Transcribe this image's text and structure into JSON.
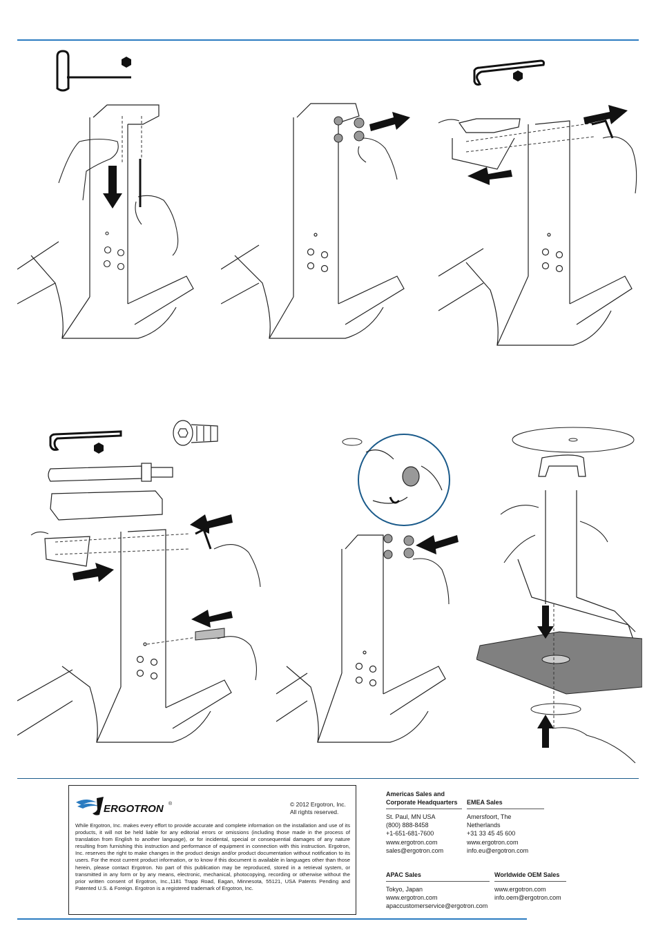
{
  "brand": {
    "logo_text": "ERGOTRON",
    "registered": "®",
    "accent_color": "#2a7bc0"
  },
  "copyright": {
    "line1": "© 2012 Ergotron, Inc.",
    "line2": "All rights reserved."
  },
  "disclaimer": "While Ergotron, Inc. makes every effort to provide accurate and complete information on the installation and use of its products, it will not be held liable for any editorial errors or omissions (including those made in the process of translation from English to another language), or for incidental, special or consequential damages of any nature resulting from furnishing this instruction and performance of equipment in connection with this instruction. Ergotron, Inc. reserves the right to make changes in the product design and/or product documentation without notification to its users. For the most current product information, or to know if this document is available in languages other than those herein, please contact Ergotron. No part of this publication may be reproduced, stored in a retrieval system, or transmitted in any form or by any means, electronic, mechanical, photocopying, recording or otherwise without the prior written consent of Ergotron, Inc.,1181 Trapp Road, Eagan, Minnesota, 55121, USA Patents Pending and Patented U.S. & Foreign. Ergotron is a registered trademark of Ergotron, Inc.",
  "contacts": {
    "americas": {
      "heading_line1": "Americas Sales and",
      "heading_line2": "Corporate Headquarters",
      "lines": [
        "St. Paul, MN USA",
        "(800) 888-8458",
        "+1-651-681-7600",
        "www.ergotron.com",
        "sales@ergotron.com"
      ]
    },
    "emea": {
      "heading": "EMEA Sales",
      "lines": [
        "Amersfoort, The Netherlands",
        "+31 33 45 45 600",
        "www.ergotron.com",
        "info.eu@ergotron.com"
      ]
    },
    "apac": {
      "heading": "APAC Sales",
      "lines": [
        "Tokyo, Japan",
        "www.ergotron.com",
        "apaccustomerservice@ergotron.com"
      ]
    },
    "oem": {
      "heading": "Worldwide OEM Sales",
      "lines": [
        "www.ergotron.com",
        "info.oem@ergotron.com"
      ]
    }
  },
  "icons": [
    "t-handle-hex-key-icon",
    "l-hex-key-icon",
    "hex-size-icon",
    "screw-icon",
    "pin-icon",
    "washer-icon",
    "arrow-icon",
    "hand-icon",
    "magnifier-detail-icon"
  ]
}
